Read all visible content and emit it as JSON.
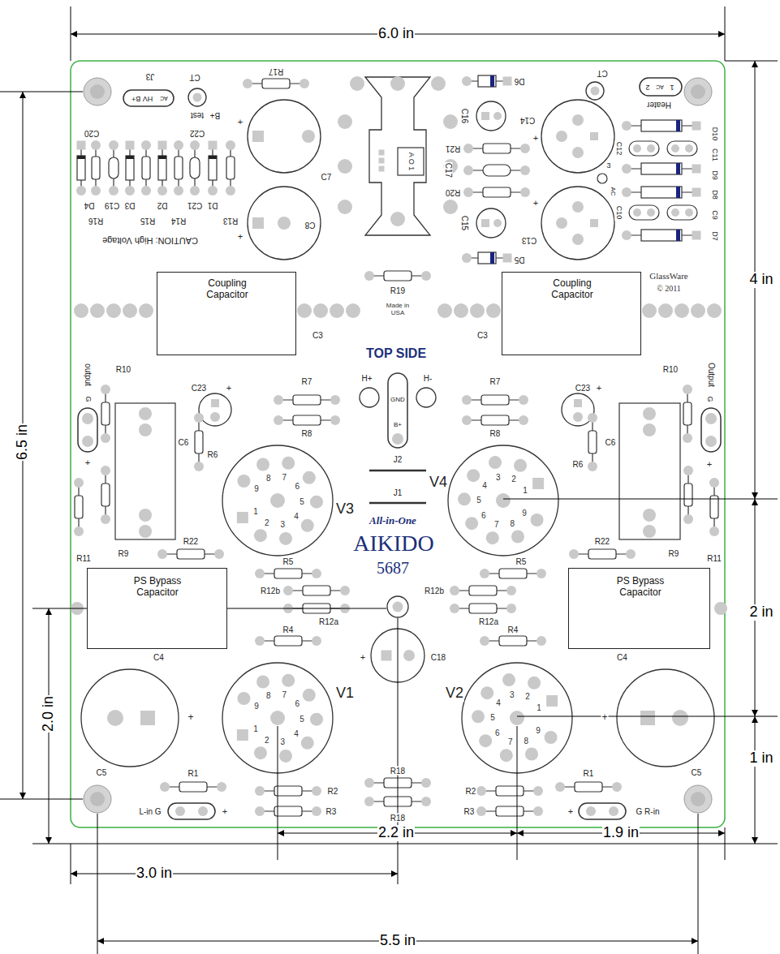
{
  "diagram": {
    "nodes": [
      {
        "text": [
          "Coupling Capacitor",
          "C3"
        ]
      },
      {
        "text": [
          "Coupling Capacitor",
          "C3"
        ]
      },
      {
        "text": [
          "PS Bypass Capacitor",
          "C4"
        ]
      },
      {
        "text": [
          "PS Bypass Capacitor",
          "C4"
        ]
      }
    ],
    "labels": [
      "6.0 in",
      "4 in",
      "2 in",
      "1 in",
      "6.5 in",
      "2.0 in",
      "2.2 in",
      "1.9 in",
      "3.0 in",
      "5.5 in",
      "J3",
      "HV B+",
      "AC",
      "CT",
      "test",
      "B+",
      "R17",
      "C20",
      "C22",
      "D4",
      "R16",
      "C19",
      "D3",
      "R15",
      "D2",
      "R14",
      "C21",
      "D1",
      "R13",
      "CAUTION: High Voltage",
      "C7",
      "+",
      "C8",
      "+",
      "A O 1",
      "C17",
      "R19",
      "D6",
      "C16",
      "CT",
      "2",
      "AC",
      "1",
      "Heater",
      "C14",
      "+",
      "R21",
      "C12",
      "D10",
      "C11",
      "3",
      "AC",
      "R20",
      "D9",
      "D8",
      "C10",
      "C9",
      "D7",
      "C15",
      "C13",
      "+",
      "D5",
      "GlassWare",
      "© 2011",
      "Made in USA",
      "TOP SIDE",
      "output",
      "G",
      "+",
      "R10",
      "C6",
      "C23",
      "+",
      "R7",
      "R8",
      "H+",
      "GND",
      "B+",
      "H-",
      "J2",
      "J1",
      "R7",
      "R8",
      "C23",
      "+",
      "R10",
      "Output",
      "G",
      "+",
      "C6",
      "R6",
      "R6",
      "R11",
      "R9",
      "R22",
      "V3",
      "V4",
      "All-in-One",
      "AIKIDO",
      "5687",
      "R22",
      "R9",
      "R11",
      "R5",
      "R5",
      "R12b",
      "R12b",
      "R12a",
      "R12a",
      "R4",
      "R4",
      "C18",
      "+",
      "V1",
      "V2",
      "C5",
      "+",
      "+",
      "C5",
      "R1",
      "R2",
      "R18",
      "R2",
      "R1",
      "L-in G",
      "+",
      "R3",
      "R18",
      "R3",
      "+",
      "G R-in",
      "1",
      "2",
      "3",
      "4",
      "5",
      "6",
      "7",
      "8",
      "9",
      "1",
      "2",
      "3",
      "4",
      "5",
      "6",
      "7",
      "8",
      "9",
      "1",
      "2",
      "3",
      "4",
      "5",
      "6",
      "7",
      "8",
      "9",
      "1",
      "2",
      "3",
      "4",
      "5",
      "6",
      "7",
      "8",
      "9"
    ]
  }
}
